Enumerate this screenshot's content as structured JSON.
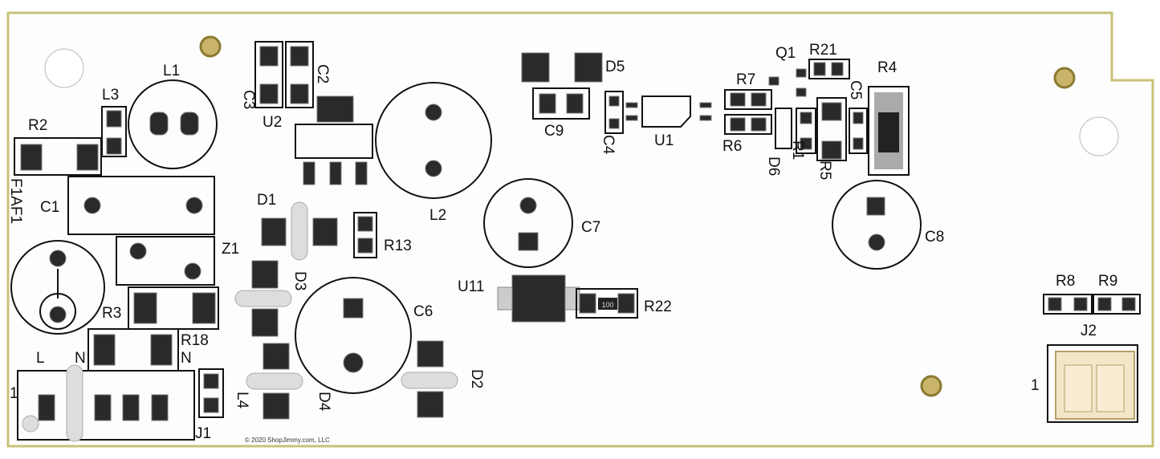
{
  "board": {
    "colors": {
      "board": "#fdfdfd",
      "edge": "#b8b060",
      "silk": "#111111",
      "pad": "#2a2a2a",
      "mount": "#c9b46a"
    },
    "copyright": "© 2020 ShopJimmy.com, LLC"
  },
  "labels": {
    "L1": "L1",
    "L3": "L3",
    "R2": "R2",
    "C3": "C3",
    "C2": "C2",
    "U2": "U2",
    "F1AF1": "F1AF1",
    "C1": "C1",
    "D1": "D1",
    "R13": "R13",
    "L2": "L2",
    "Z1": "Z1",
    "D3": "D3",
    "R3": "R3",
    "R18": "R18",
    "N1": "N",
    "L": "L",
    "N2": "N",
    "J1pin": "1",
    "J1": "J1",
    "L4": "L4",
    "D4": "D4",
    "C6": "C6",
    "D2": "D2",
    "C7": "C7",
    "U11": "U11",
    "R22": "R22",
    "D5": "D5",
    "C9": "C9",
    "C4": "C4",
    "U1": "U1",
    "R7": "R7",
    "Q1": "Q1",
    "R21": "R21",
    "R4": "R4",
    "C5": "C5",
    "R6": "R6",
    "D6": "D6",
    "R1": "R1",
    "R5": "R5",
    "C8": "C8",
    "R8": "R8",
    "R9": "R9",
    "J2": "J2",
    "J2pin": "1",
    "R22val": "100"
  }
}
